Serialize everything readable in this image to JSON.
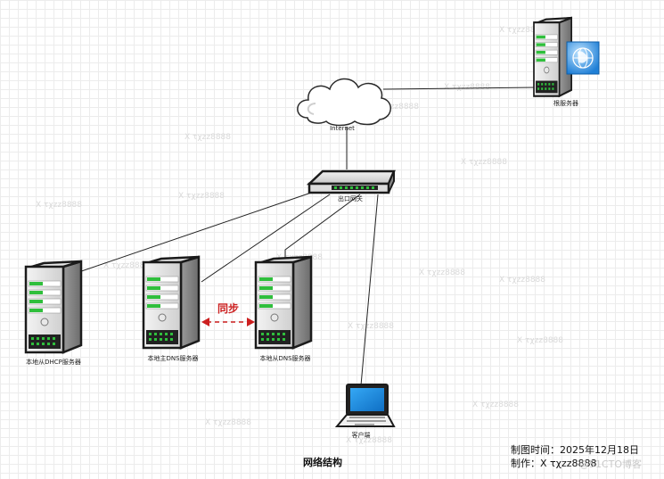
{
  "nodes": {
    "cloud_server": {
      "label": "根服务器"
    },
    "internet": {
      "label": "Internet"
    },
    "gateway": {
      "label": "出口网关"
    },
    "dhcp": {
      "label": "本地从DHCP服务器"
    },
    "dns_master": {
      "label": "本地主DNS服务器"
    },
    "dns_slave": {
      "label": "本地从DNS服务器"
    },
    "client": {
      "label": "客户端"
    }
  },
  "sync_label": "同步",
  "diagram_title": "网络结构",
  "info": {
    "date_line": "制图时间：2025年12月18日",
    "author_line": "制作：X τχzz8888"
  },
  "watermark_text": "X τχzz8888",
  "footer_brand": "@51CTO博客",
  "colors": {
    "sync_red": "#cc1f1f",
    "led_green": "#2fbf3c",
    "globe_blue": "#1f7fd6",
    "screen_blue": "#1a8fe6"
  },
  "icons": {
    "globe": "globe-icon",
    "cloud": "cloud-icon",
    "switch": "switch-icon",
    "server": "server-icon",
    "laptop": "laptop-icon"
  }
}
